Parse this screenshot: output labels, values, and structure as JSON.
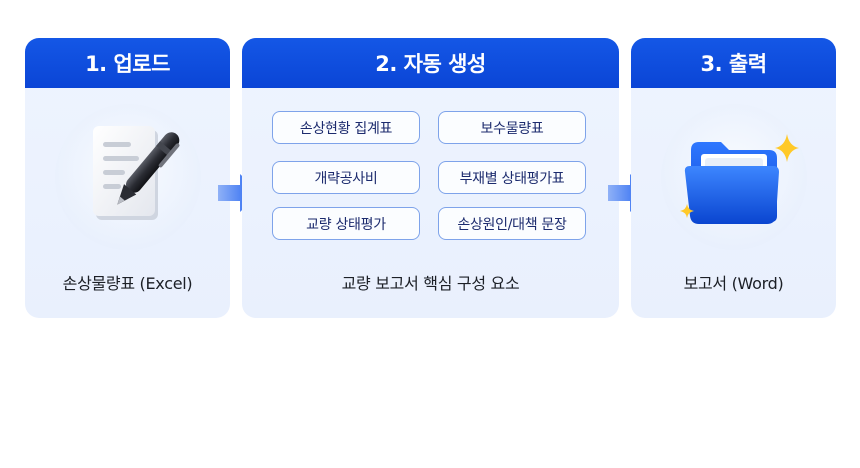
{
  "steps": [
    {
      "title": "1. 업로드",
      "caption": "손상물량표 (Excel)",
      "icon": "document-pen-icon"
    },
    {
      "title": "2. 자동 생성",
      "caption": "교량 보고서 핵심 구성 요소",
      "items": [
        "손상현황 집계표",
        "보수물량표",
        "개략공사비",
        "부재별 상태평가표",
        "교량 상태평가",
        "손상원인/대책 문장"
      ]
    },
    {
      "title": "3. 출력",
      "caption": "보고서 (Word)",
      "icon": "folder-icon"
    }
  ],
  "colors": {
    "accent": "#0b45d6",
    "chip_border": "#7ea3ea",
    "card_bg": "#eef4ff",
    "arrow": "#1a5cf0"
  }
}
